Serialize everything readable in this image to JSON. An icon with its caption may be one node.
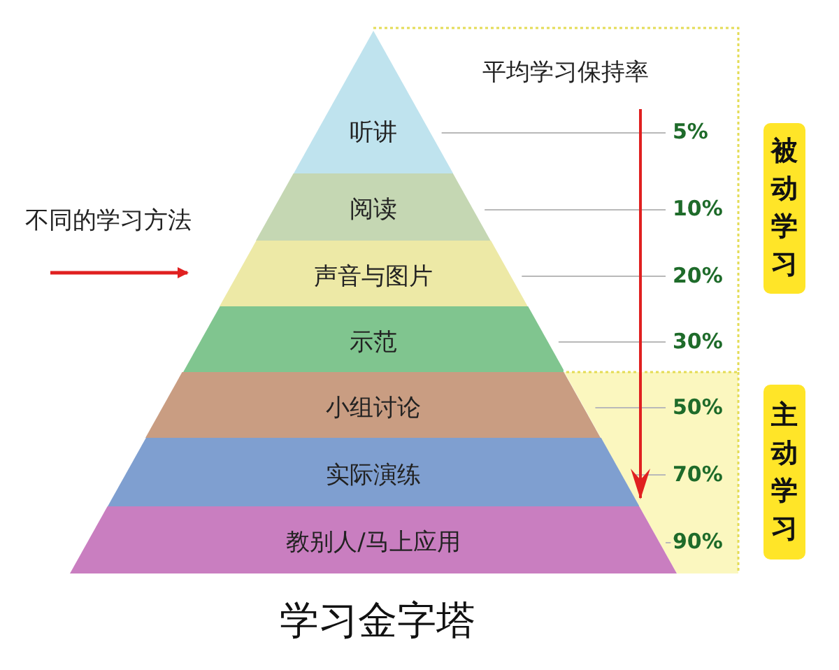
{
  "diagram": {
    "caption": "学习金字塔",
    "nodes": [
      {
        "text": [
          "听讲"
        ]
      },
      {
        "text": [
          "阅读"
        ]
      },
      {
        "text": [
          "声音与图片"
        ]
      },
      {
        "text": [
          "示范"
        ]
      },
      {
        "text": [
          "小组讨论"
        ]
      },
      {
        "text": [
          "实际演练"
        ]
      },
      {
        "text": [
          "教别人/马上应用"
        ]
      },
      {
        "text": [
          "被动学习"
        ]
      },
      {
        "text": [
          "主动学习"
        ]
      }
    ],
    "labels": [
      "平均学习保持率",
      "不同的学习方法",
      "5%",
      "10%",
      "20%",
      "30%",
      "50%",
      "70%",
      "90%"
    ]
  }
}
